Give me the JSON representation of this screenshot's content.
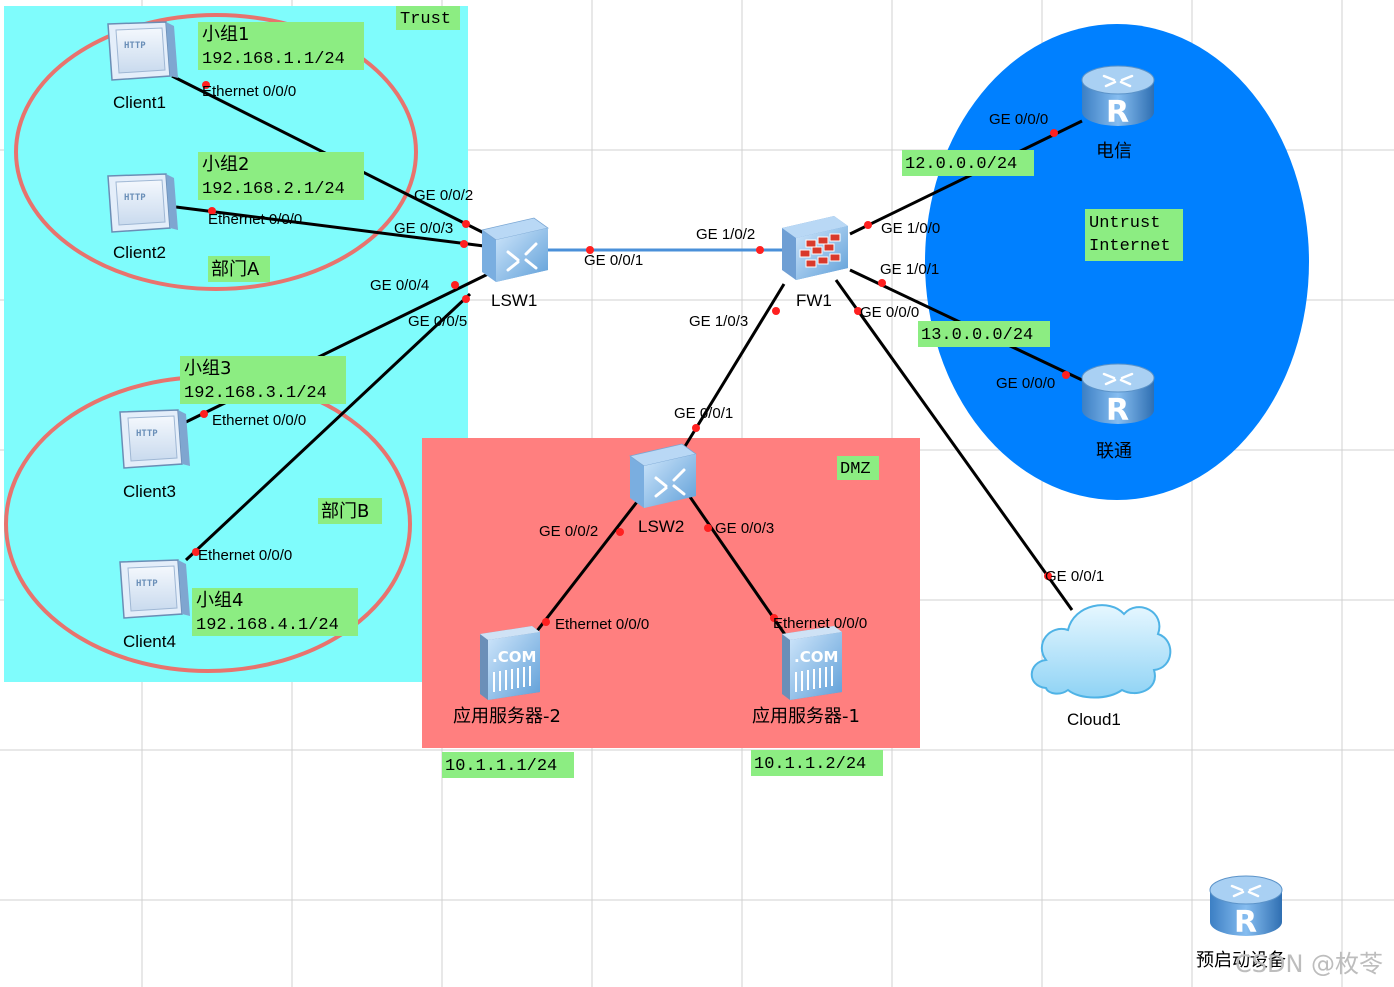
{
  "zones": {
    "trust": "Trust",
    "dmz": "DMZ",
    "untrust_line1": "Untrust",
    "untrust_line2": "Internet",
    "dept_a": "部门A",
    "dept_b": "部门B"
  },
  "groups": [
    {
      "name": "小组1",
      "subnet": "192.168.1.1/24"
    },
    {
      "name": "小组2",
      "subnet": "192.168.2.1/24"
    },
    {
      "name": "小组3",
      "subnet": "192.168.3.1/24"
    },
    {
      "name": "小组4",
      "subnet": "192.168.4.1/24"
    }
  ],
  "devices": {
    "client1": "Client1",
    "client2": "Client2",
    "client3": "Client3",
    "client4": "Client4",
    "lsw1": "LSW1",
    "lsw2": "LSW2",
    "fw1": "FW1",
    "telecom": "电信",
    "unicom": "联通",
    "cloud1": "Cloud1",
    "server2": "应用服务器-2",
    "server1": "应用服务器-1",
    "spare_router": "预启动设备"
  },
  "subnets": {
    "telecom_link": "12.0.0.0/24",
    "unicom_link": "13.0.0.0/24",
    "server2_ip": "10.1.1.1/24",
    "server1_ip": "10.1.1.2/24"
  },
  "ports": {
    "c1_eth": "Ethernet 0/0/0",
    "c2_eth": "Ethernet 0/0/0",
    "c3_eth": "Ethernet 0/0/0",
    "c4_eth": "Ethernet 0/0/0",
    "lsw1_g2": "GE 0/0/2",
    "lsw1_g3": "GE 0/0/3",
    "lsw1_g4": "GE 0/0/4",
    "lsw1_g5": "GE 0/0/5",
    "lsw1_g1": "GE 0/0/1",
    "fw_g102": "GE 1/0/2",
    "fw_g100": "GE 1/0/0",
    "fw_g101": "GE 1/0/1",
    "fw_g103": "GE 1/0/3",
    "fw_g000": "GE 0/0/0",
    "telecom_g": "GE 0/0/0",
    "unicom_g": "GE 0/0/0",
    "lsw2_g1": "GE 0/0/1",
    "lsw2_g2": "GE 0/0/2",
    "lsw2_g3": "GE 0/0/3",
    "s2_eth": "Ethernet 0/0/0",
    "s1_eth": "Ethernet 0/0/0",
    "cloud_g": "GE 0/0/1"
  },
  "icons": {
    "client": "http-client-icon",
    "switch": "switch-icon",
    "firewall": "firewall-icon",
    "router": "router-icon",
    "server": "com-server-icon",
    "cloud": "cloud-icon"
  },
  "watermark": "CSDN @枚苓",
  "colors": {
    "trust_zone": "#7ffcfc",
    "dmz_zone": "#ff7f7f",
    "untrust_zone": "#0080ff",
    "label_bg": "#8ced82",
    "dept_ellipse": "#e8736e",
    "link": "#000000",
    "port_dot": "#ff2020",
    "grid": "#d0d0d0"
  }
}
